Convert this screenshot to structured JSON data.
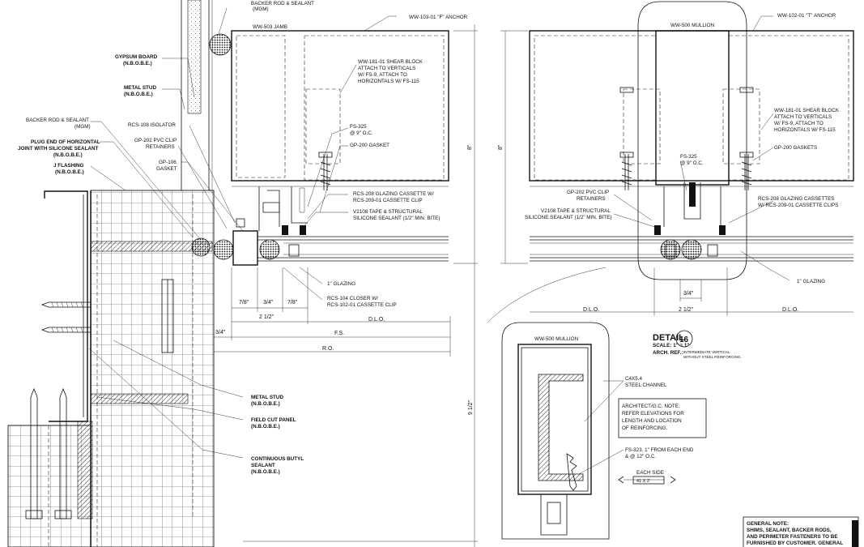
{
  "labels": {
    "backer_rod_top": "BACKER ROD & SEALANT",
    "backer_rod_top_sub": "(MGM)",
    "ww503": "WW-503 JAMB",
    "ww103": "WW-103-01 \"F\" ANCHOR",
    "gypsum_1": "GYPSUM BOARD",
    "gypsum_2": "(N.B.O.B.E.)",
    "metal_stud_1": "METAL STUD",
    "metal_stud_2": "(N.B.O.B.E.)",
    "backer_rod_left": "BACKER ROD & SEALANT",
    "backer_rod_left_sub": "(MGM)",
    "rcs108": "RCS-108 ISOLATOR",
    "plug_1": "PLUG END OF HORIZONTAL",
    "plug_2": "JOINT WITH SILICONE SEALANT",
    "plug_3": "(N.B.O.B.E.)",
    "gp202_l1": "GP-202 PVC CLIP",
    "gp202_l2": "RETAINERS",
    "gp106_1": "GP-106",
    "gp106_2": "GASKET",
    "jflash_1": "J FLASHING",
    "jflash_2": "(N.B.O.B.E.)",
    "ww181_l1": "WW-181-01 SHEAR BLOCK",
    "ww181_l2": "ATTACH TO VERTICALS",
    "ww181_l3": "W/ FS-9, ATTACH TO",
    "ww181_l4": "HORIZONTALS W/ FS-115",
    "fs325_l1": "FS-325",
    "fs325_l2": "@ 9\" O.C.",
    "gp200_l": "GP-200 GASKET",
    "rcs208_l1": "RCS-208 GLAZING CASSETTE W/",
    "rcs208_l2": "RCS-209-01 CASSETTE CLIP",
    "v2108_l1": "V2108 TAPE & STRUCTURAL",
    "v2108_l2": "SILICONE SEALANT (1/2\" MIN. BITE)",
    "glazing_l": "1\" GLAZING",
    "rcs104_1": "RCS-104 CLOSER W/",
    "rcs104_2": "RCS-102-01 CASSETTE CLIP",
    "dim_78a": "7/8\"",
    "dim_34a": "3/4\"",
    "dim_78b": "7/8\"",
    "dim_212a": "2 1/2\"",
    "dim_dlo_a": "D.L.O.",
    "dim_34b": "3/4\"",
    "dim_fs": "F.S.",
    "dim_ro": "R.O.",
    "dim_8a": "8\"",
    "dim_912": "9 1/2\"",
    "metal_stud_b1": "METAL STUD",
    "metal_stud_b2": "(N.B.O.B.E.)",
    "field_cut_1": "FIELD CUT PANEL",
    "field_cut_2": "(N.B.O.B.E.)",
    "butyl_1": "CONTINUOUS BUTYL",
    "butyl_2": "SEALANT",
    "butyl_3": "(N.B.O.B.E.)",
    "ww500_top": "WW-500 MULLION",
    "ww102": "WW-102-01 \"T\" ANCHOR",
    "ww181_r1": "WW-181-01 SHEAR BLOCK",
    "ww181_r2": "ATTACH TO VERTICALS",
    "ww181_r3": "W/ FS-9, ATTACH TO",
    "ww181_r4": "HORIZONTALS W/ FS-115",
    "fs325_r1": "FS-325",
    "fs325_r2": "@ 9\" O.C.",
    "gp200_r": "GP-200 GASKETS",
    "gp202_r1": "GP-202 PVC CLIP",
    "gp202_r2": "RETAINERS",
    "v2108_r1": "V2108 TAPE & STRUCTURAL",
    "v2108_r2": "SILICONE SEALANT (1/2\" MIN. BITE)",
    "rcs208_r1": "RCS-208 GLAZING CASSETTES",
    "rcs208_r2": "W/ RCS-209-01 CASSETTE CLIPS",
    "dim_8b": "8\"",
    "glazing_r": "1\" GLAZING",
    "dim_34c": "3/4\"",
    "dim_dlo_b": "D.L.O.",
    "dim_212b": "2 1/2\"",
    "dim_dlo_c": "D.L.O.",
    "ww500_det": "WW-500 MULLION",
    "detail_title": "DETAIL",
    "detail_num": "16",
    "detail_scale": "SCALE: 1\" = 1\"",
    "arch_ref": "ARCH. REF.:",
    "arch_note_1": "INTERMEDIATE VERTICAL",
    "arch_note_2": "WITHOUT STEEL REINFORCING",
    "c4x54_1": "C4X5.4",
    "c4x54_2": "STEEL CHANNEL",
    "arch_box_1": "ARCHITECT/G.C. NOTE:",
    "arch_box_2": "REFER ELEVATIONS FOR",
    "arch_box_3": "LENGTH AND LOCATION",
    "arch_box_4": "OF REINFORCING.",
    "fs323_1": "FS-323, 1\" FROM EACH END",
    "fs323_2": "& @ 12\" O.C.",
    "each_side": "EACH SIDE",
    "dim_41x2": "41 X 2'",
    "gen_1": "GENERAL NOTE:",
    "gen_2": "SHIMS, SEALANT, BACKER RODS,",
    "gen_3": "AND PERIMETER FASTENERS TO BE",
    "gen_4": "FURNISHED BY CUSTOMER. GENERAL"
  }
}
